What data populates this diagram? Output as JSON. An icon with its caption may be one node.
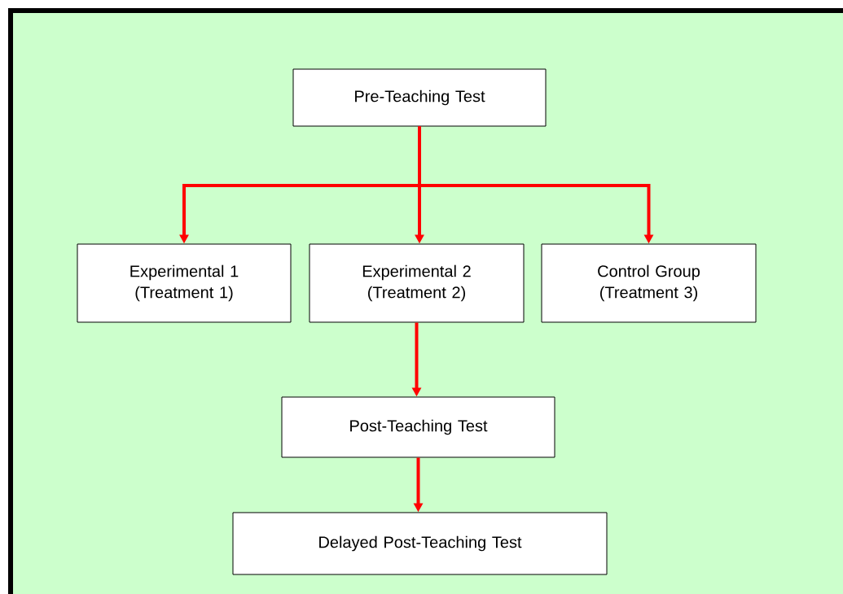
{
  "diagram": {
    "nodes": [
      {
        "text": [
          "Pre-Teaching Test"
        ]
      },
      {
        "text": [
          "Experimental 1 (Treatment 1)"
        ]
      },
      {
        "text": [
          "Experimental 2 (Treatment 2)"
        ]
      },
      {
        "text": [
          "Control Group (Treatment 3)"
        ]
      },
      {
        "text": [
          "Post-Teaching Test"
        ]
      },
      {
        "text": [
          "Delayed Post-Teaching Test"
        ]
      }
    ],
    "edges": [
      {
        "from": 0,
        "to": 1,
        "arrow": "to"
      },
      {
        "from": 0,
        "to": 2,
        "arrow": "to"
      },
      {
        "from": 0,
        "to": 3,
        "arrow": "to"
      },
      {
        "from": 2,
        "to": 4,
        "arrow": "to"
      },
      {
        "from": 4,
        "to": 5,
        "arrow": "to"
      }
    ]
  }
}
